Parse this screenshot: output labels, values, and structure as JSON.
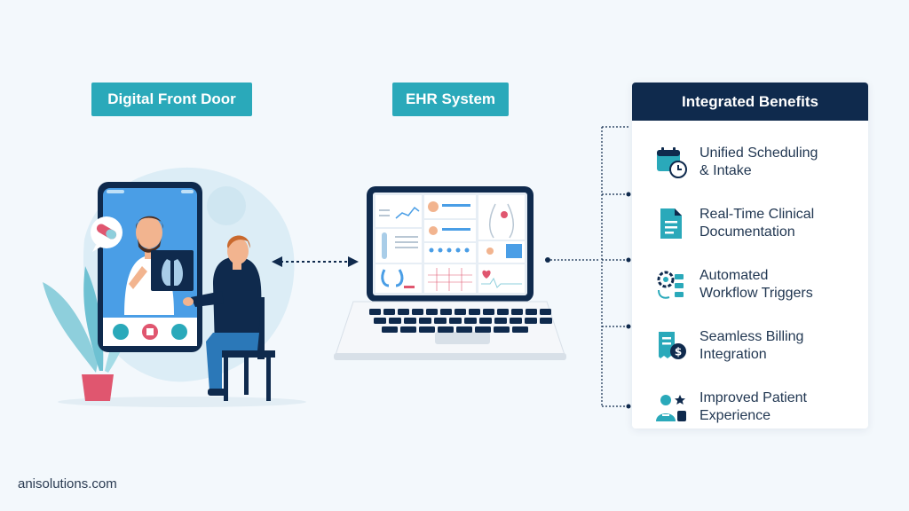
{
  "labels": {
    "front_door": "Digital Front Door",
    "ehr": "EHR System"
  },
  "benefits": {
    "title": "Integrated Benefits",
    "items": [
      {
        "label": "Unified Scheduling\n& Intake",
        "icon": "calendar-clock-icon"
      },
      {
        "label": "Real-Time Clinical\nDocumentation",
        "icon": "document-icon"
      },
      {
        "label": "Automated\nWorkflow Triggers",
        "icon": "workflow-gear-icon"
      },
      {
        "label": "Seamless Billing\nIntegration",
        "icon": "billing-receipt-icon"
      },
      {
        "label": "Improved Patient\nExperience",
        "icon": "patient-star-icon"
      }
    ]
  },
  "footer": {
    "brand": "anisolutions.com"
  },
  "colors": {
    "teal": "#2aa9ba",
    "navy": "#0f2a4d",
    "background": "#f3f8fc"
  }
}
